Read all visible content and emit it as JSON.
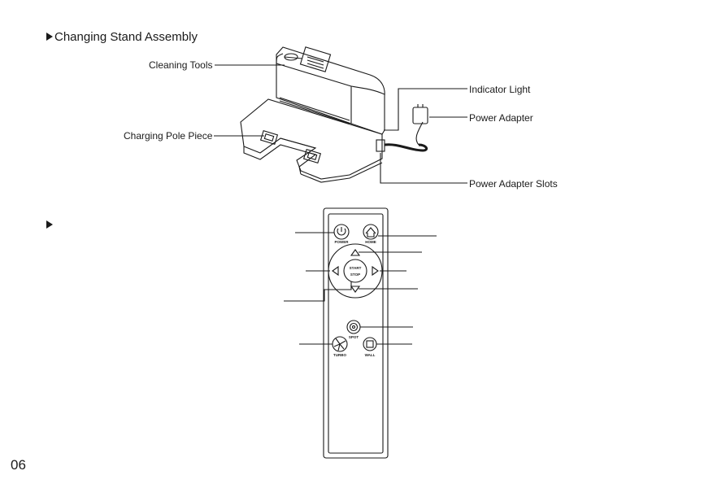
{
  "section1": {
    "title": "Changing Stand Assembly",
    "labels": {
      "cleaning_tools": "Cleaning Tools",
      "charging_pole": "Charging Pole Piece",
      "indicator_light": "Indicator Light",
      "power_adapter": "Power Adapter",
      "power_adapter_slots": "Power Adapter Slots"
    }
  },
  "section2": {
    "title": "",
    "remote_buttons": {
      "power": "POWER",
      "home": "HOME",
      "start": "START",
      "stop": "STOP",
      "spot": "SPOT",
      "turbo": "TURBO",
      "wall": "WALL"
    }
  },
  "page_number": "06"
}
